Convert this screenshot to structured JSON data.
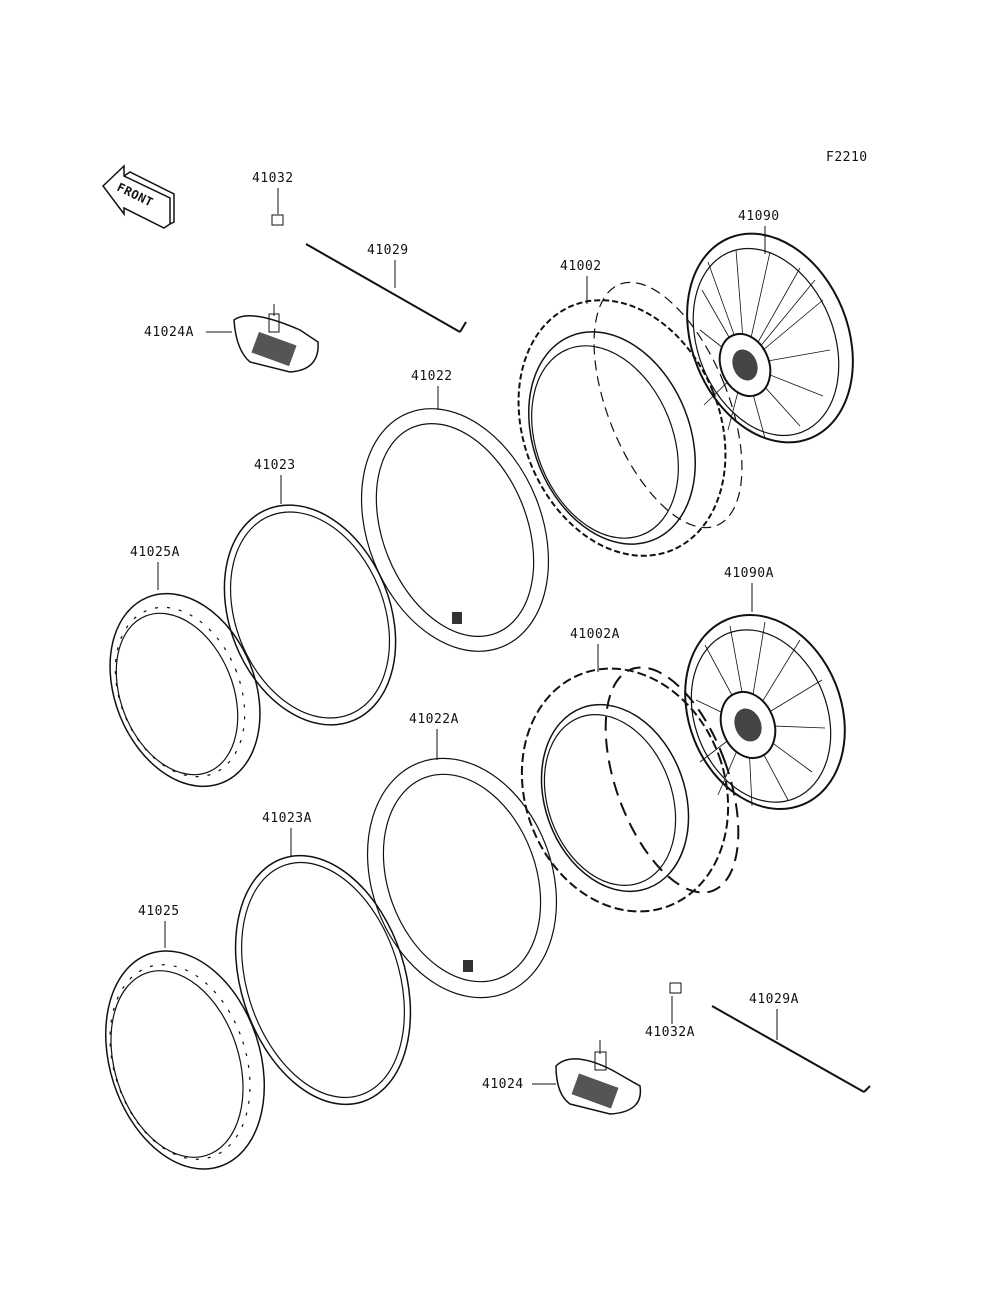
{
  "figure_code": "F2210",
  "front_arrow_text": "FRONT",
  "labels": {
    "p41032": "41032",
    "p41029": "41029",
    "p41024A": "41024A",
    "p41022": "41022",
    "p41002": "41002",
    "p41090": "41090",
    "p41023": "41023",
    "p41025A": "41025A",
    "p41090A": "41090A",
    "p41002A": "41002A",
    "p41022A": "41022A",
    "p41023A": "41023A",
    "p41025": "41025",
    "p41032A": "41032A",
    "p41029A": "41029A",
    "p41024": "41024"
  }
}
